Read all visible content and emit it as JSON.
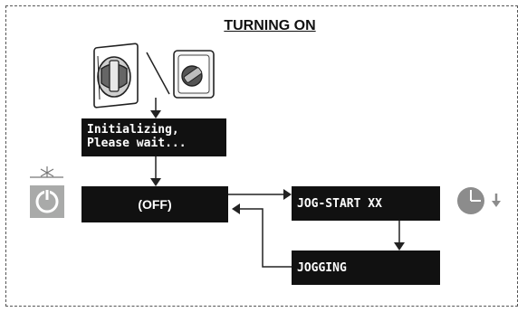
{
  "title": "TURNING ON",
  "screens": {
    "initializing": [
      "Initializing,",
      "Please wait..."
    ],
    "off": "(OFF)",
    "jog_start": "JOG-START XX",
    "jogging": "JOGGING"
  },
  "icons": {
    "rotary_switch": "rotary-switch-icon",
    "key_switch": "key-switch-icon",
    "power_button": "power-button-icon",
    "power_led": "power-led-blink-icon",
    "timer": "timer-clock-icon",
    "timer_down": "down-arrow-icon"
  },
  "colors": {
    "screen": "#111111",
    "screen_text": "#ffffff",
    "button_gray": "#a9aaa9",
    "timer_gray": "#8c8c8c"
  }
}
